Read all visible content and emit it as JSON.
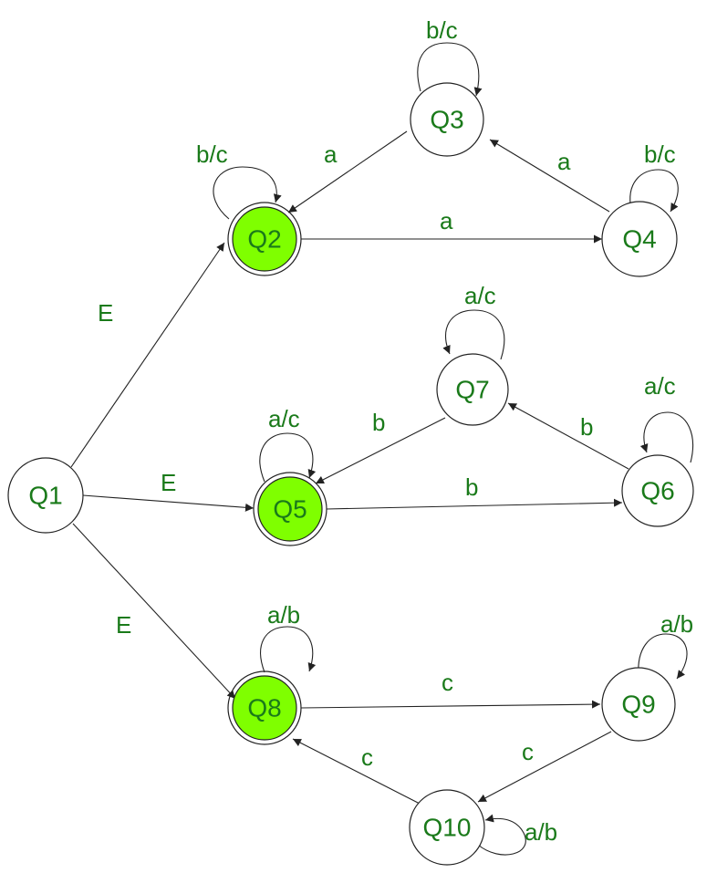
{
  "colors": {
    "accept_fill": "#7FFF00",
    "text": "#1a7a1a",
    "stroke": "#222222"
  },
  "states": {
    "q1": "Q1",
    "q2": "Q2",
    "q3": "Q3",
    "q4": "Q4",
    "q5": "Q5",
    "q6": "Q6",
    "q7": "Q7",
    "q8": "Q8",
    "q9": "Q9",
    "q10": "Q10"
  },
  "accepting_states": [
    "Q2",
    "Q5",
    "Q8"
  ],
  "transitions": {
    "q1_q2": "E",
    "q1_q5": "E",
    "q1_q8": "E",
    "q2_self": "b/c",
    "q2_q4": "a",
    "q3_self": "b/c",
    "q3_q2": "a",
    "q4_self": "b/c",
    "q4_q3": "a",
    "q5_self": "a/c",
    "q5_q6": "b",
    "q6_self": "a/c",
    "q6_q7": "b",
    "q7_self": "a/c",
    "q7_q5": "b",
    "q8_self": "a/b",
    "q8_q9": "c",
    "q9_self": "a/b",
    "q9_q10": "c",
    "q10_self": "a/b",
    "q10_q8": "c"
  }
}
